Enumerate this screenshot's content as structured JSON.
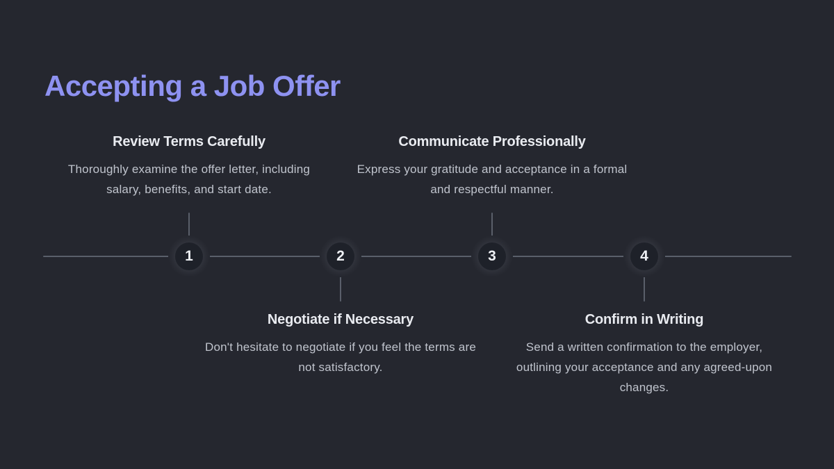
{
  "slide": {
    "background_color": "#25272f",
    "accent_color": "#8e92f1",
    "line_color": "#5a5f6a",
    "node_fill_color": "#1e2129",
    "heading_color": "#e9ebf0",
    "body_color": "#c0c4cd"
  },
  "title": {
    "text": "Accepting a Job Offer"
  },
  "timeline": {
    "steps": [
      {
        "number": "1",
        "position": "top",
        "heading": "Review Terms Carefully",
        "body": "Thoroughly examine the offer letter, including salary, benefits, and start date."
      },
      {
        "number": "2",
        "position": "bottom",
        "heading": "Negotiate if Necessary",
        "body": "Don't hesitate to negotiate if you feel the terms are not satisfactory."
      },
      {
        "number": "3",
        "position": "top",
        "heading": "Communicate Professionally",
        "body": "Express your gratitude and acceptance in a formal and respectful manner."
      },
      {
        "number": "4",
        "position": "bottom",
        "heading": "Confirm in Writing",
        "body": "Send a written confirmation to the employer, outlining your acceptance and any agreed-upon changes."
      }
    ]
  }
}
